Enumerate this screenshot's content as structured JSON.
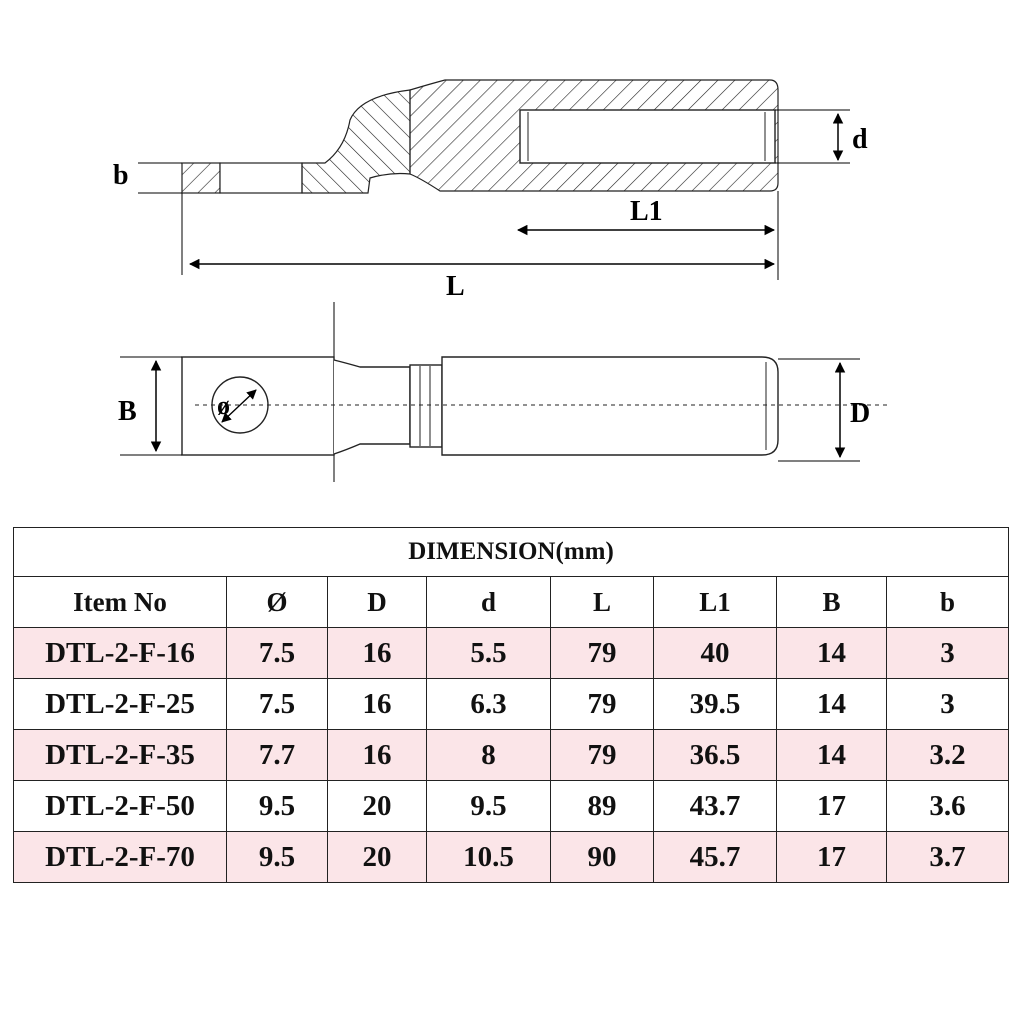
{
  "drawing": {
    "side_view": {
      "label_b": "b",
      "label_d": "d",
      "label_L1": "L1",
      "label_L": "L"
    },
    "top_view": {
      "label_B": "B",
      "label_D": "D"
    }
  },
  "table": {
    "title": "DIMENSION(mm)",
    "columns": [
      "Item No",
      "Ø",
      "D",
      "d",
      "L",
      "L1",
      "B",
      "b"
    ],
    "rows": [
      [
        "DTL-2-F-16",
        "7.5",
        "16",
        "5.5",
        "79",
        "40",
        "14",
        "3"
      ],
      [
        "DTL-2-F-25",
        "7.5",
        "16",
        "6.3",
        "79",
        "39.5",
        "14",
        "3"
      ],
      [
        "DTL-2-F-35",
        "7.7",
        "16",
        "8",
        "79",
        "36.5",
        "14",
        "3.2"
      ],
      [
        "DTL-2-F-50",
        "9.5",
        "20",
        "9.5",
        "89",
        "43.7",
        "17",
        "3.6"
      ],
      [
        "DTL-2-F-70",
        "9.5",
        "20",
        "10.5",
        "90",
        "45.7",
        "17",
        "3.7"
      ]
    ],
    "row_highlight_color": "#fbe5e8"
  }
}
